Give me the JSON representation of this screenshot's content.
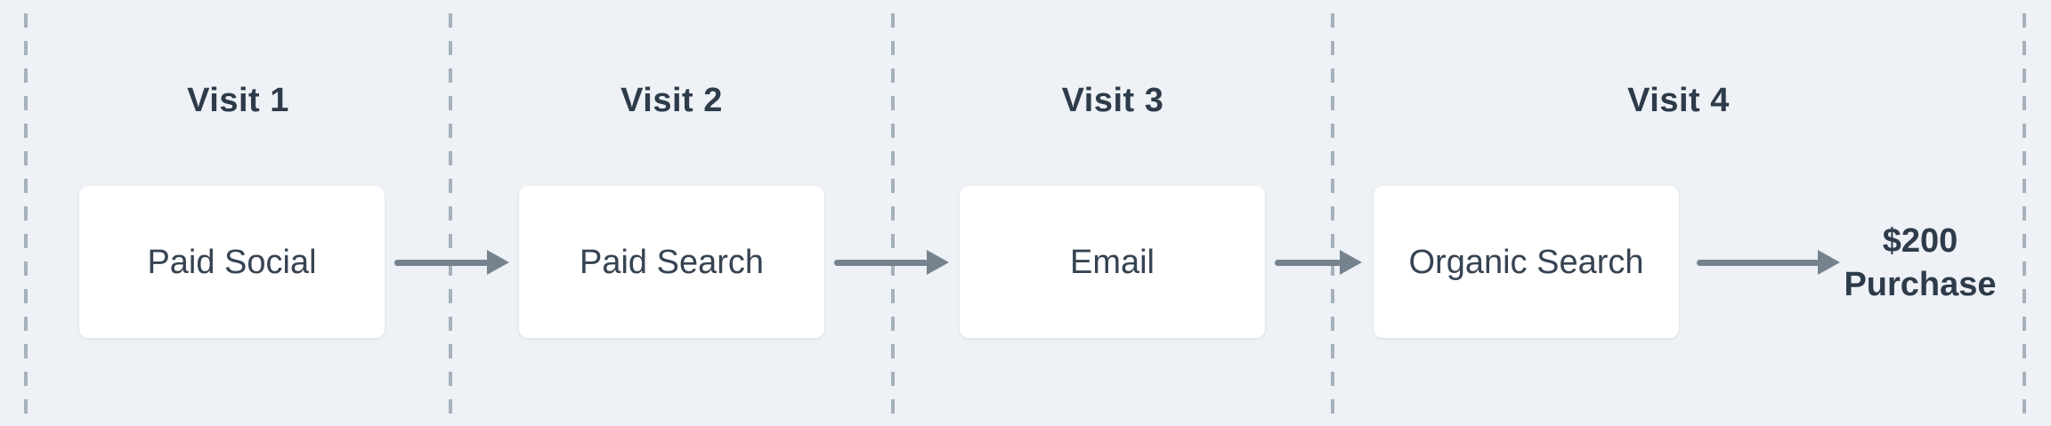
{
  "diagram": {
    "type": "customer-journey-attribution-flow",
    "visits": [
      {
        "visit_label": "Visit 1",
        "channel": "Paid Social"
      },
      {
        "visit_label": "Visit 2",
        "channel": "Paid Search"
      },
      {
        "visit_label": "Visit 3",
        "channel": "Email"
      },
      {
        "visit_label": "Visit 4",
        "channel": "Organic Search"
      }
    ],
    "outcome": {
      "amount": "$200",
      "event": "Purchase"
    }
  },
  "icons": {
    "flow_arrow": "right-arrow"
  },
  "colors": {
    "background": "#eef1f5",
    "divider_dash": "#a6b1bb",
    "arrow": "#76838f",
    "visit_heading": "#2d3b4a",
    "channel_label": "#364352",
    "card_background": "#ffffff"
  }
}
